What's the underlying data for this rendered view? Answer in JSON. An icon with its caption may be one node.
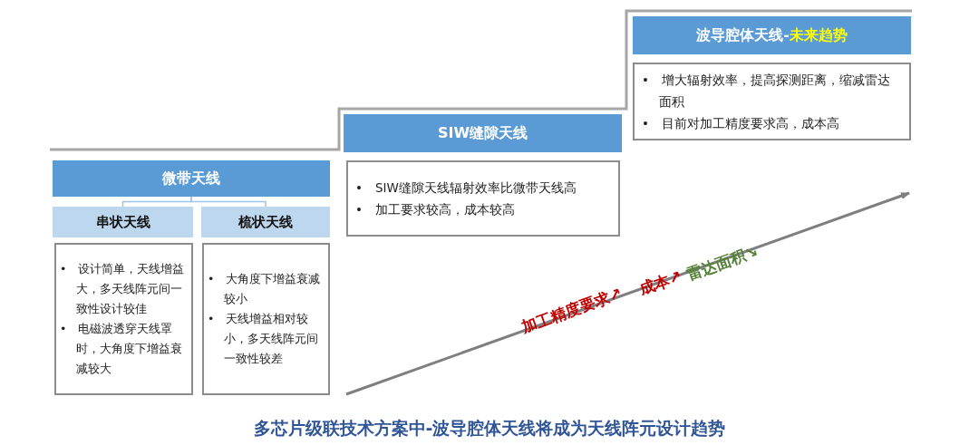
{
  "diagram": {
    "caption": "多芯片级联技术方案中-波导腔体天线将成为天线阵元设计趋势",
    "nodes": [
      {
        "text": [
          "微带天线"
        ]
      },
      {
        "text": [
          "串状天线"
        ]
      },
      {
        "text": [
          "梳状天线"
        ]
      },
      {
        "text": [
          "•　设计简单，天线增益大，多天线阵元间一致性设计较佳",
          "•　电磁波透穿天线罩时，大角度下增益衰减较大"
        ]
      },
      {
        "text": [
          "•　大角度下增益衰减较小",
          "•　天线增益相对较小，多天线阵元间一致性较差"
        ]
      },
      {
        "text": [
          "SIW缝隙天线"
        ]
      },
      {
        "text": [
          "•　SIW缝隙天线辐射效率比微带天线高",
          "•　加工要求较高，成本较高"
        ]
      },
      {
        "text": [
          "波导腔体天线-",
          "未来趋势"
        ]
      },
      {
        "text": [
          "•　增大辐射效率，提高探测距离，缩减雷达面积",
          "•　目前对加工精度要求高，成本高"
        ]
      }
    ],
    "edges": [
      {
        "from": 0,
        "to": 1,
        "arrow": "none"
      },
      {
        "from": 0,
        "to": 2,
        "arrow": "none"
      }
    ],
    "labels": [
      "加工精度要求↗",
      "成本↗",
      "雷达面积↘"
    ]
  }
}
